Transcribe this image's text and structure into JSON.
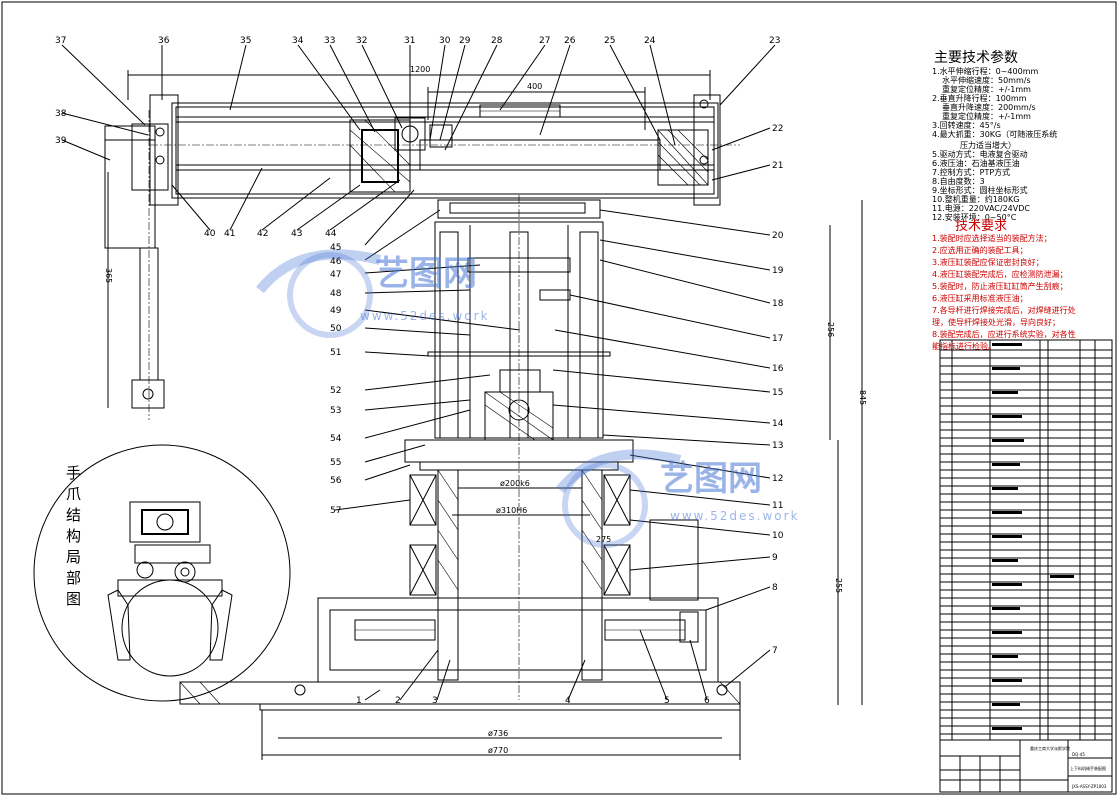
{
  "title": "主要技术参数",
  "specs": [
    "1.水平伸缩行程：0~400mm",
    "水平伸缩速度：50mm/s",
    "重复定位精度：+/-1mm",
    "2.垂直升降行程：100mm",
    "垂直升降速度：200mm/s",
    "重复定位精度：+/-1mm",
    "3.回转速度：45°/s",
    "4.最大抓重：30KG（可随液压系统",
    "压力适当增大）",
    "5.驱动方式：电液复合驱动",
    "6.液压油：石油基液压油",
    "7.控制方式：PTP方式",
    "8.自由度数：3",
    "9.坐标形式：圆柱坐标形式",
    "10.整机重量：约180KG",
    "11.电源：220VAC/24VDC",
    "12.安装环境：0~50°C"
  ],
  "req_title": "技术要求",
  "requirements": [
    "1.装配时应选择适当的装配方法；",
    "2.应选用正确的装配工具；",
    "3.液压缸装配应保证密封良好；",
    "4.液压缸装配完成后，应检测防泄漏；",
    "5.装配时，防止液压缸缸筒产生刮痕；",
    "6.液压缸采用标准液压油；",
    "7.各导杆进行焊接完成后，对焊缝进行处",
    "理，使导杆焊接处光滑，导向良好；",
    "8.装配完成后，应进行系统实验，对各性",
    "能指标进行检验。"
  ],
  "detail_label": "手爪结构局部图",
  "part_numbers_left": [
    "37",
    "38",
    "39",
    "40",
    "41",
    "42",
    "43",
    "44",
    "45",
    "46",
    "47",
    "48",
    "49",
    "50",
    "51",
    "52",
    "53",
    "54",
    "55",
    "56",
    "57"
  ],
  "part_numbers_top": [
    "36",
    "35",
    "34",
    "33",
    "32",
    "31",
    "30",
    "29",
    "28",
    "27",
    "26",
    "25",
    "24",
    "23"
  ],
  "part_numbers_right": [
    "22",
    "21",
    "20",
    "19",
    "18",
    "17",
    "16",
    "15",
    "14",
    "13",
    "12",
    "11",
    "10",
    "9",
    "8",
    "7"
  ],
  "part_numbers_bottom": [
    "1",
    "2",
    "3",
    "4",
    "5",
    "6"
  ],
  "dimensions": {
    "width_top": "1200",
    "stroke": "400",
    "height_left": "365",
    "height_mid": "256",
    "height_total": "845",
    "height_lower": "255",
    "dia1": "ø200k6",
    "dia2": "ø310H6",
    "dia3": "275",
    "base_inner": "ø736",
    "base_outer": "ø770"
  },
  "watermark": {
    "brand": "艺图网",
    "url": "www.52des.work"
  },
  "title_block": {
    "school": "重庆工商大学派斯学院",
    "code": "DQ-45",
    "name": "上下料机械手装配图",
    "drawing_no": "JXS-ASSY-ZP1003"
  },
  "colors": {
    "line": "#000000",
    "dim_line": "#1f5fd6",
    "requirement_text": "#cc0000",
    "watermark": "#4a78d6"
  }
}
